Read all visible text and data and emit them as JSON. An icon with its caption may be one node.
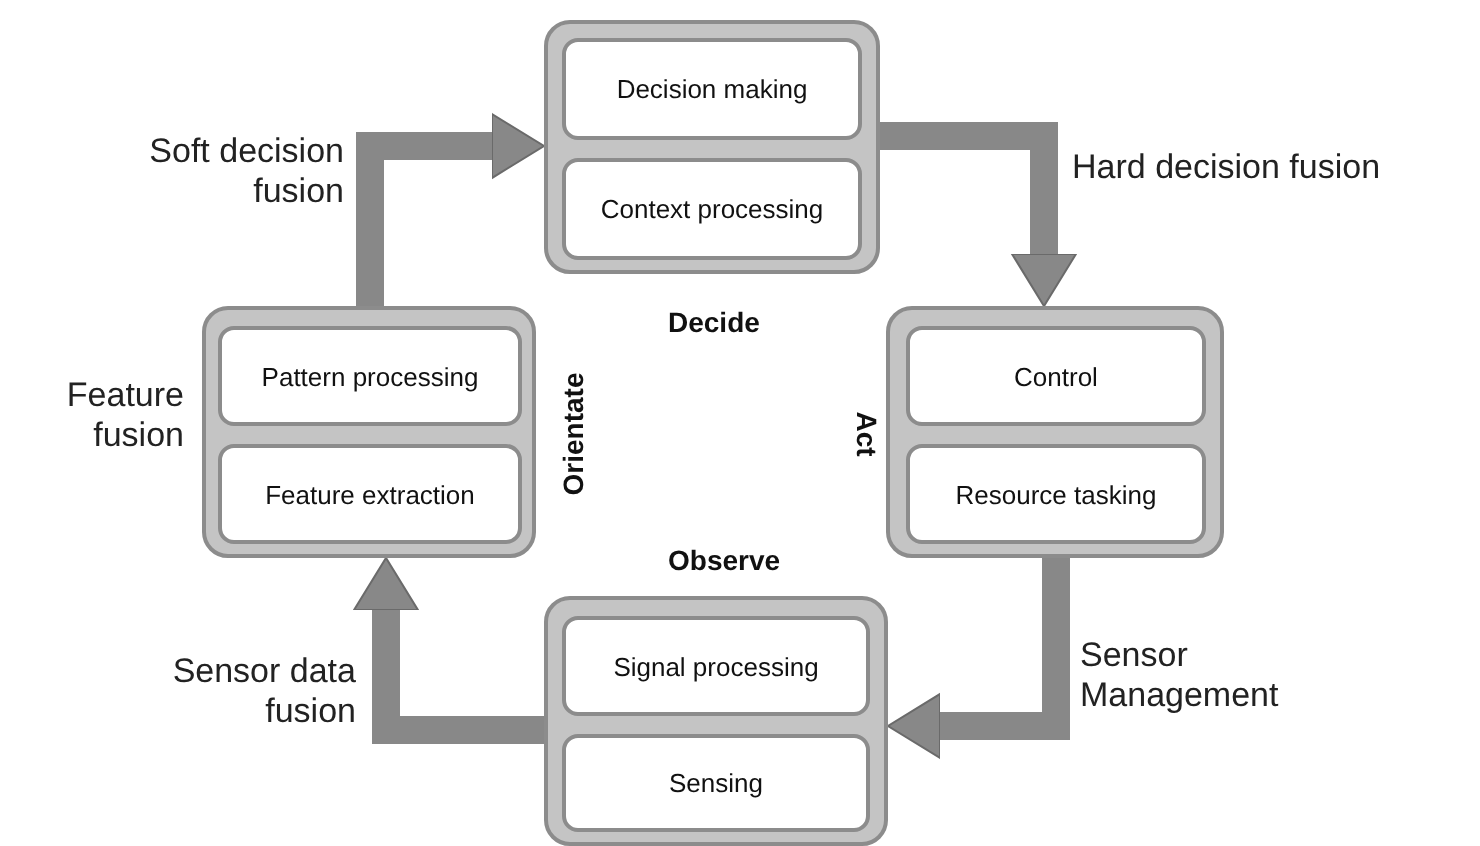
{
  "diagram": {
    "nodes": [
      {
        "text": [
          "Decide"
        ]
      },
      {
        "text": [
          "Decision making"
        ],
        "in": 0
      },
      {
        "text": [
          "Context processing"
        ],
        "in": 0
      },
      {
        "text": [
          "Act"
        ]
      },
      {
        "text": [
          "Control"
        ],
        "in": 3
      },
      {
        "text": [
          "Resource tasking"
        ],
        "in": 3
      },
      {
        "text": [
          "Observe"
        ]
      },
      {
        "text": [
          "Signal processing"
        ],
        "in": 6
      },
      {
        "text": [
          "Sensing"
        ],
        "in": 6
      },
      {
        "text": [
          "Orientate"
        ],
        "beside": [
          "Feature fusion"
        ]
      },
      {
        "text": [
          "Pattern processing"
        ],
        "in": 9
      },
      {
        "text": [
          "Feature extraction"
        ],
        "in": 9
      }
    ],
    "edges": [
      {
        "from": 9,
        "to": 0,
        "arrow": "to",
        "label": "Soft decision fusion"
      },
      {
        "from": 0,
        "to": 3,
        "arrow": "to",
        "label": "Hard decision fusion"
      },
      {
        "from": 3,
        "to": 6,
        "arrow": "to",
        "label": "Sensor Management"
      },
      {
        "from": 6,
        "to": 9,
        "arrow": "to",
        "label": "Sensor data fusion"
      }
    ]
  }
}
